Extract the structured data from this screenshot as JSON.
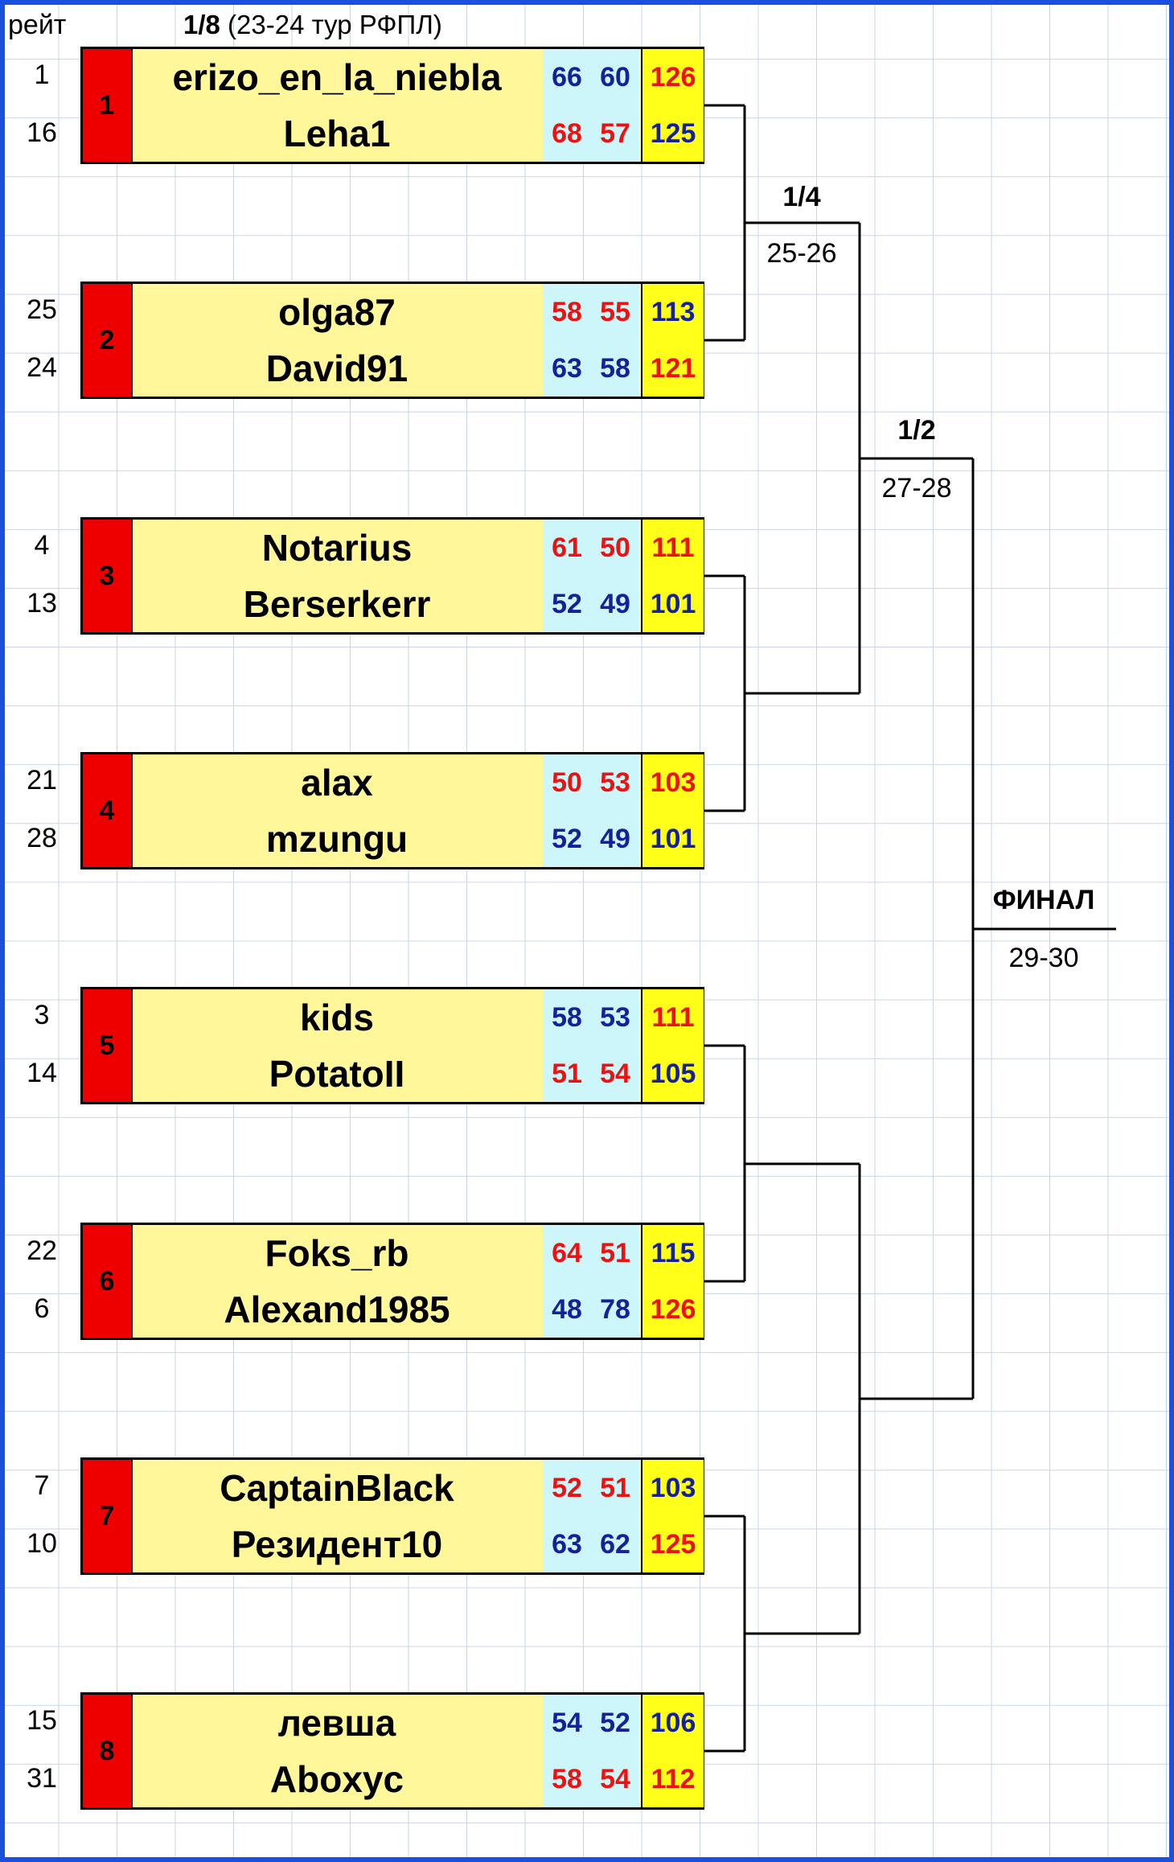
{
  "header": {
    "rank_label": "рейт",
    "round_label": "1/8",
    "round_note": "(23-24 тур РФПЛ)"
  },
  "matches": [
    {
      "num": "1",
      "p1": {
        "rank": "1",
        "name": "erizo_en_la_niebla",
        "s1": "66",
        "s2": "60",
        "total": "126"
      },
      "p2": {
        "rank": "16",
        "name": "Leha1",
        "s1": "68",
        "s2": "57",
        "total": "125"
      }
    },
    {
      "num": "2",
      "p1": {
        "rank": "25",
        "name": "olga87",
        "s1": "58",
        "s2": "55",
        "total": "113"
      },
      "p2": {
        "rank": "24",
        "name": "David91",
        "s1": "63",
        "s2": "58",
        "total": "121"
      }
    },
    {
      "num": "3",
      "p1": {
        "rank": "4",
        "name": "Notarius",
        "s1": "61",
        "s2": "50",
        "total": "111"
      },
      "p2": {
        "rank": "13",
        "name": "Berserkerr",
        "s1": "52",
        "s2": "49",
        "total": "101"
      }
    },
    {
      "num": "4",
      "p1": {
        "rank": "21",
        "name": "alax",
        "s1": "50",
        "s2": "53",
        "total": "103"
      },
      "p2": {
        "rank": "28",
        "name": "mzungu",
        "s1": "52",
        "s2": "49",
        "total": "101"
      }
    },
    {
      "num": "5",
      "p1": {
        "rank": "3",
        "name": "kids",
        "s1": "58",
        "s2": "53",
        "total": "111"
      },
      "p2": {
        "rank": "14",
        "name": "PotatoII",
        "s1": "51",
        "s2": "54",
        "total": "105"
      }
    },
    {
      "num": "6",
      "p1": {
        "rank": "22",
        "name": "Foks_rb",
        "s1": "64",
        "s2": "51",
        "total": "115"
      },
      "p2": {
        "rank": "6",
        "name": "Alexand1985",
        "s1": "48",
        "s2": "78",
        "total": "126"
      }
    },
    {
      "num": "7",
      "p1": {
        "rank": "7",
        "name": "CaptainBlack",
        "s1": "52",
        "s2": "51",
        "total": "103"
      },
      "p2": {
        "rank": "10",
        "name": "Резидент10",
        "s1": "63",
        "s2": "62",
        "total": "125"
      }
    },
    {
      "num": "8",
      "p1": {
        "rank": "15",
        "name": "левша",
        "s1": "54",
        "s2": "52",
        "total": "106"
      },
      "p2": {
        "rank": "31",
        "name": "Aboxyc",
        "s1": "58",
        "s2": "54",
        "total": "112"
      }
    }
  ],
  "rounds": {
    "quarter": {
      "label": "1/4",
      "dates": "25-26"
    },
    "semi": {
      "label": "1/2",
      "dates": "27-28"
    },
    "final": {
      "label": "ФИНАЛ",
      "dates": "29-30"
    }
  },
  "colors": {
    "border_blue": "#1a4fe0",
    "match_red": "#ee0000",
    "name_yellow": "#fff79a",
    "score_cyan": "#cdf6fb",
    "total_yellow": "#ffff1a",
    "score_red": "#ee1111",
    "score_blue": "#14219a"
  },
  "styles": {
    "p1": [
      "blue",
      "red",
      "red",
      "red",
      "blue",
      "red",
      "red",
      "blue"
    ],
    "p2": [
      "red",
      "blue",
      "blue",
      "blue",
      "red",
      "blue",
      "blue",
      "red"
    ]
  }
}
